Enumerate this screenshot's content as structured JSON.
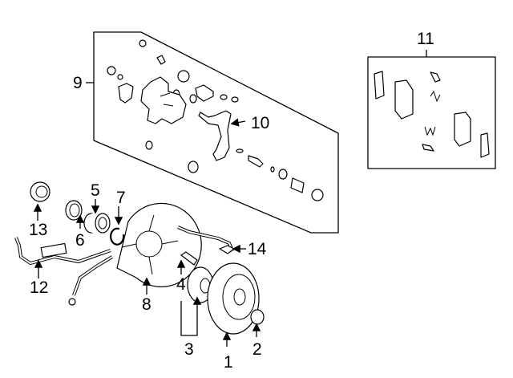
{
  "diagram": {
    "title": "Rear brake components parts diagram",
    "callouts": [
      {
        "id": "1",
        "label": "1"
      },
      {
        "id": "2",
        "label": "2"
      },
      {
        "id": "3",
        "label": "3"
      },
      {
        "id": "4",
        "label": "4"
      },
      {
        "id": "5",
        "label": "5"
      },
      {
        "id": "6",
        "label": "6"
      },
      {
        "id": "7",
        "label": "7"
      },
      {
        "id": "8",
        "label": "8"
      },
      {
        "id": "9",
        "label": "9"
      },
      {
        "id": "10",
        "label": "10"
      },
      {
        "id": "11",
        "label": "11"
      },
      {
        "id": "12",
        "label": "12"
      },
      {
        "id": "13",
        "label": "13"
      },
      {
        "id": "14",
        "label": "14"
      }
    ],
    "groups": {
      "caliper_kit": "9",
      "pad_kit": "11"
    }
  }
}
